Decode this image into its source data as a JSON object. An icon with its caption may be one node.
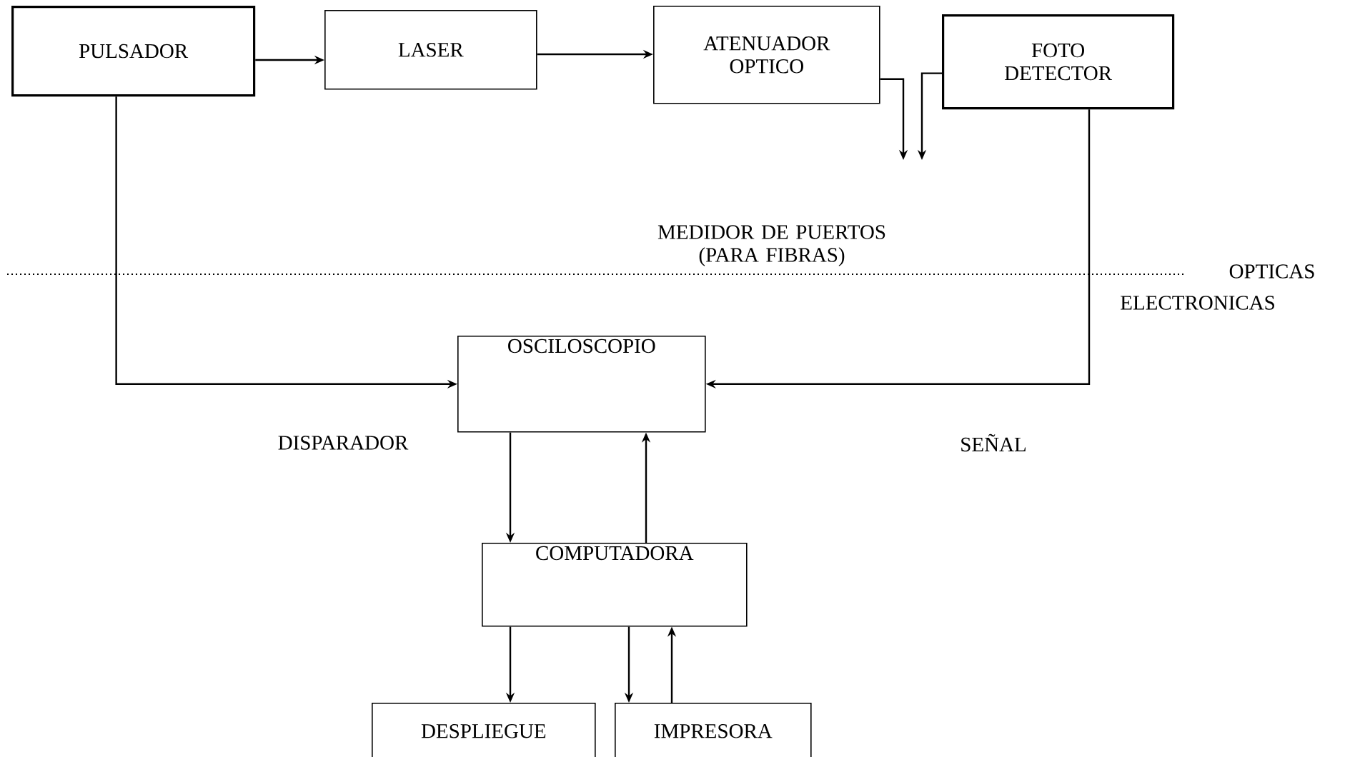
{
  "diagram": {
    "nodes": [
      {
        "text": [
          "PULSADOR"
        ]
      },
      {
        "text": [
          "LASER"
        ]
      },
      {
        "text": [
          "ATENUADOR OPTICO"
        ]
      },
      {
        "text": [
          "FOTO DETECTOR"
        ]
      },
      {
        "text": [
          "OSCILOSCOPIO"
        ]
      },
      {
        "text": [
          "COMPUTADORA"
        ]
      },
      {
        "text": [
          "DESPLIEGUE"
        ]
      },
      {
        "text": [
          "IMPRESORA"
        ]
      }
    ],
    "edges": [
      {
        "from": 0,
        "to": 1,
        "arrow": "to"
      },
      {
        "from": 1,
        "to": 2,
        "arrow": "to"
      },
      {
        "from": 2,
        "to": null,
        "arrow": "to"
      },
      {
        "from": 3,
        "to": null,
        "arrow": "to"
      },
      {
        "from": 0,
        "to": 4,
        "arrow": "to",
        "label": "DISPARADOR"
      },
      {
        "from": 3,
        "to": 4,
        "arrow": "to",
        "label": "SEÑAL"
      },
      {
        "from": 4,
        "to": 5,
        "arrow": "to"
      },
      {
        "from": 5,
        "to": 4,
        "arrow": "to"
      },
      {
        "from": 5,
        "to": 6,
        "arrow": "to"
      },
      {
        "from": 5,
        "to": 7,
        "arrow": "to"
      },
      {
        "from": 7,
        "to": 5,
        "arrow": "to"
      }
    ],
    "labels": [
      "MEDIDOR DE PUERTOS (PARA FIBRAS)",
      "OPTICAS",
      "ELECTRONICAS"
    ]
  }
}
